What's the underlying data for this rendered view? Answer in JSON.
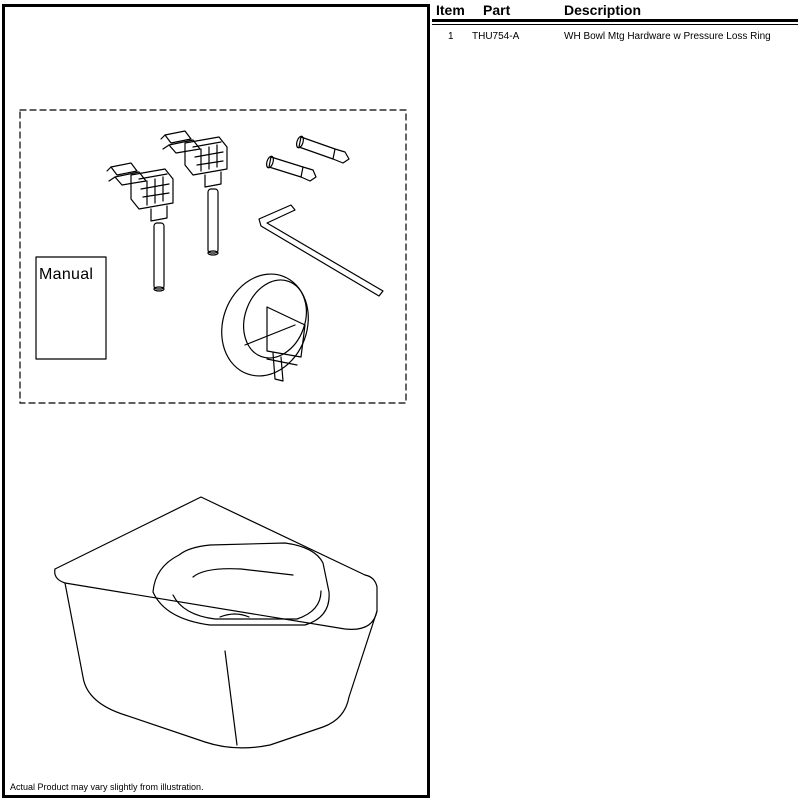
{
  "table": {
    "headers": {
      "item": "Item",
      "part": "Part",
      "description": "Description"
    },
    "rows": [
      {
        "item": "1",
        "part": "THU754-A",
        "description": "WH Bowl Mtg Hardware w Pressure Loss Ring"
      }
    ]
  },
  "illustration": {
    "manual_label": "Manual",
    "disclaimer": "Actual Product may vary slightly from illustration."
  }
}
